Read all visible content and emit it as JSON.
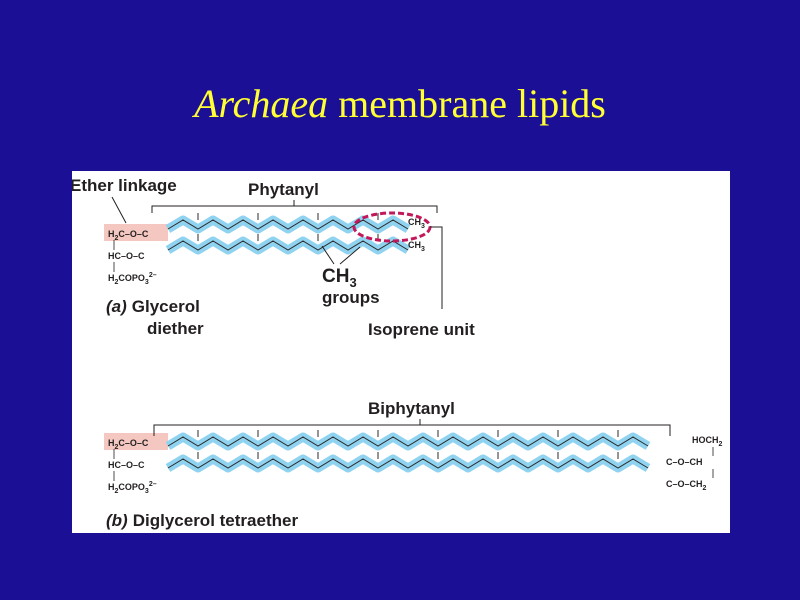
{
  "title": {
    "italic": "Archaea",
    "rest": " membrane lipids"
  },
  "colors": {
    "background": "#1b0f96",
    "title": "#ffff33",
    "chain_fill": "#8fd3f0",
    "chain_line": "#2c2a2b",
    "ether_highlight": "#f4c7c0",
    "callout_ring": "#c2185b"
  },
  "panel_a": {
    "ether_label": "Ether linkage",
    "phytanyl_label": "Phytanyl",
    "ch3_groups_line1": "CH",
    "ch3_groups_sub": "3",
    "ch3_groups_line2": "groups",
    "isoprene_label": "Isoprene unit",
    "caption_part": "(a)",
    "caption_line1": "Glycerol",
    "caption_line2": "diether",
    "row1_h": "H",
    "row1_sub": "2",
    "row1_text": "C–O–C",
    "row2_text": "HC–O–C",
    "row3_h": "H",
    "row3_sub": "2",
    "row3_text": "COPO",
    "row3_sub2": "3",
    "row3_sup": "2–",
    "ch3_top": "CH",
    "ch3_top_sub": "3",
    "ch3_bottom": "CH",
    "ch3_bottom_sub": "3"
  },
  "panel_b": {
    "biphytanyl_label": "Biphytanyl",
    "caption_part": "(b)",
    "caption_text": "Diglycerol tetraether",
    "left_row1_h": "H",
    "left_row1_sub": "2",
    "left_row1_text": "C–O–C",
    "left_row2_text": "HC–O–C",
    "left_row3_h": "H",
    "left_row3_sub": "2",
    "left_row3_text": "COPO",
    "left_row3_sub2": "3",
    "left_row3_sup": "2–",
    "right_row1_text": "HOCH",
    "right_row1_sub": "2",
    "right_row2_text": "C–O–CH",
    "right_row3_text": "C–O–CH",
    "right_row3_sub": "2"
  }
}
